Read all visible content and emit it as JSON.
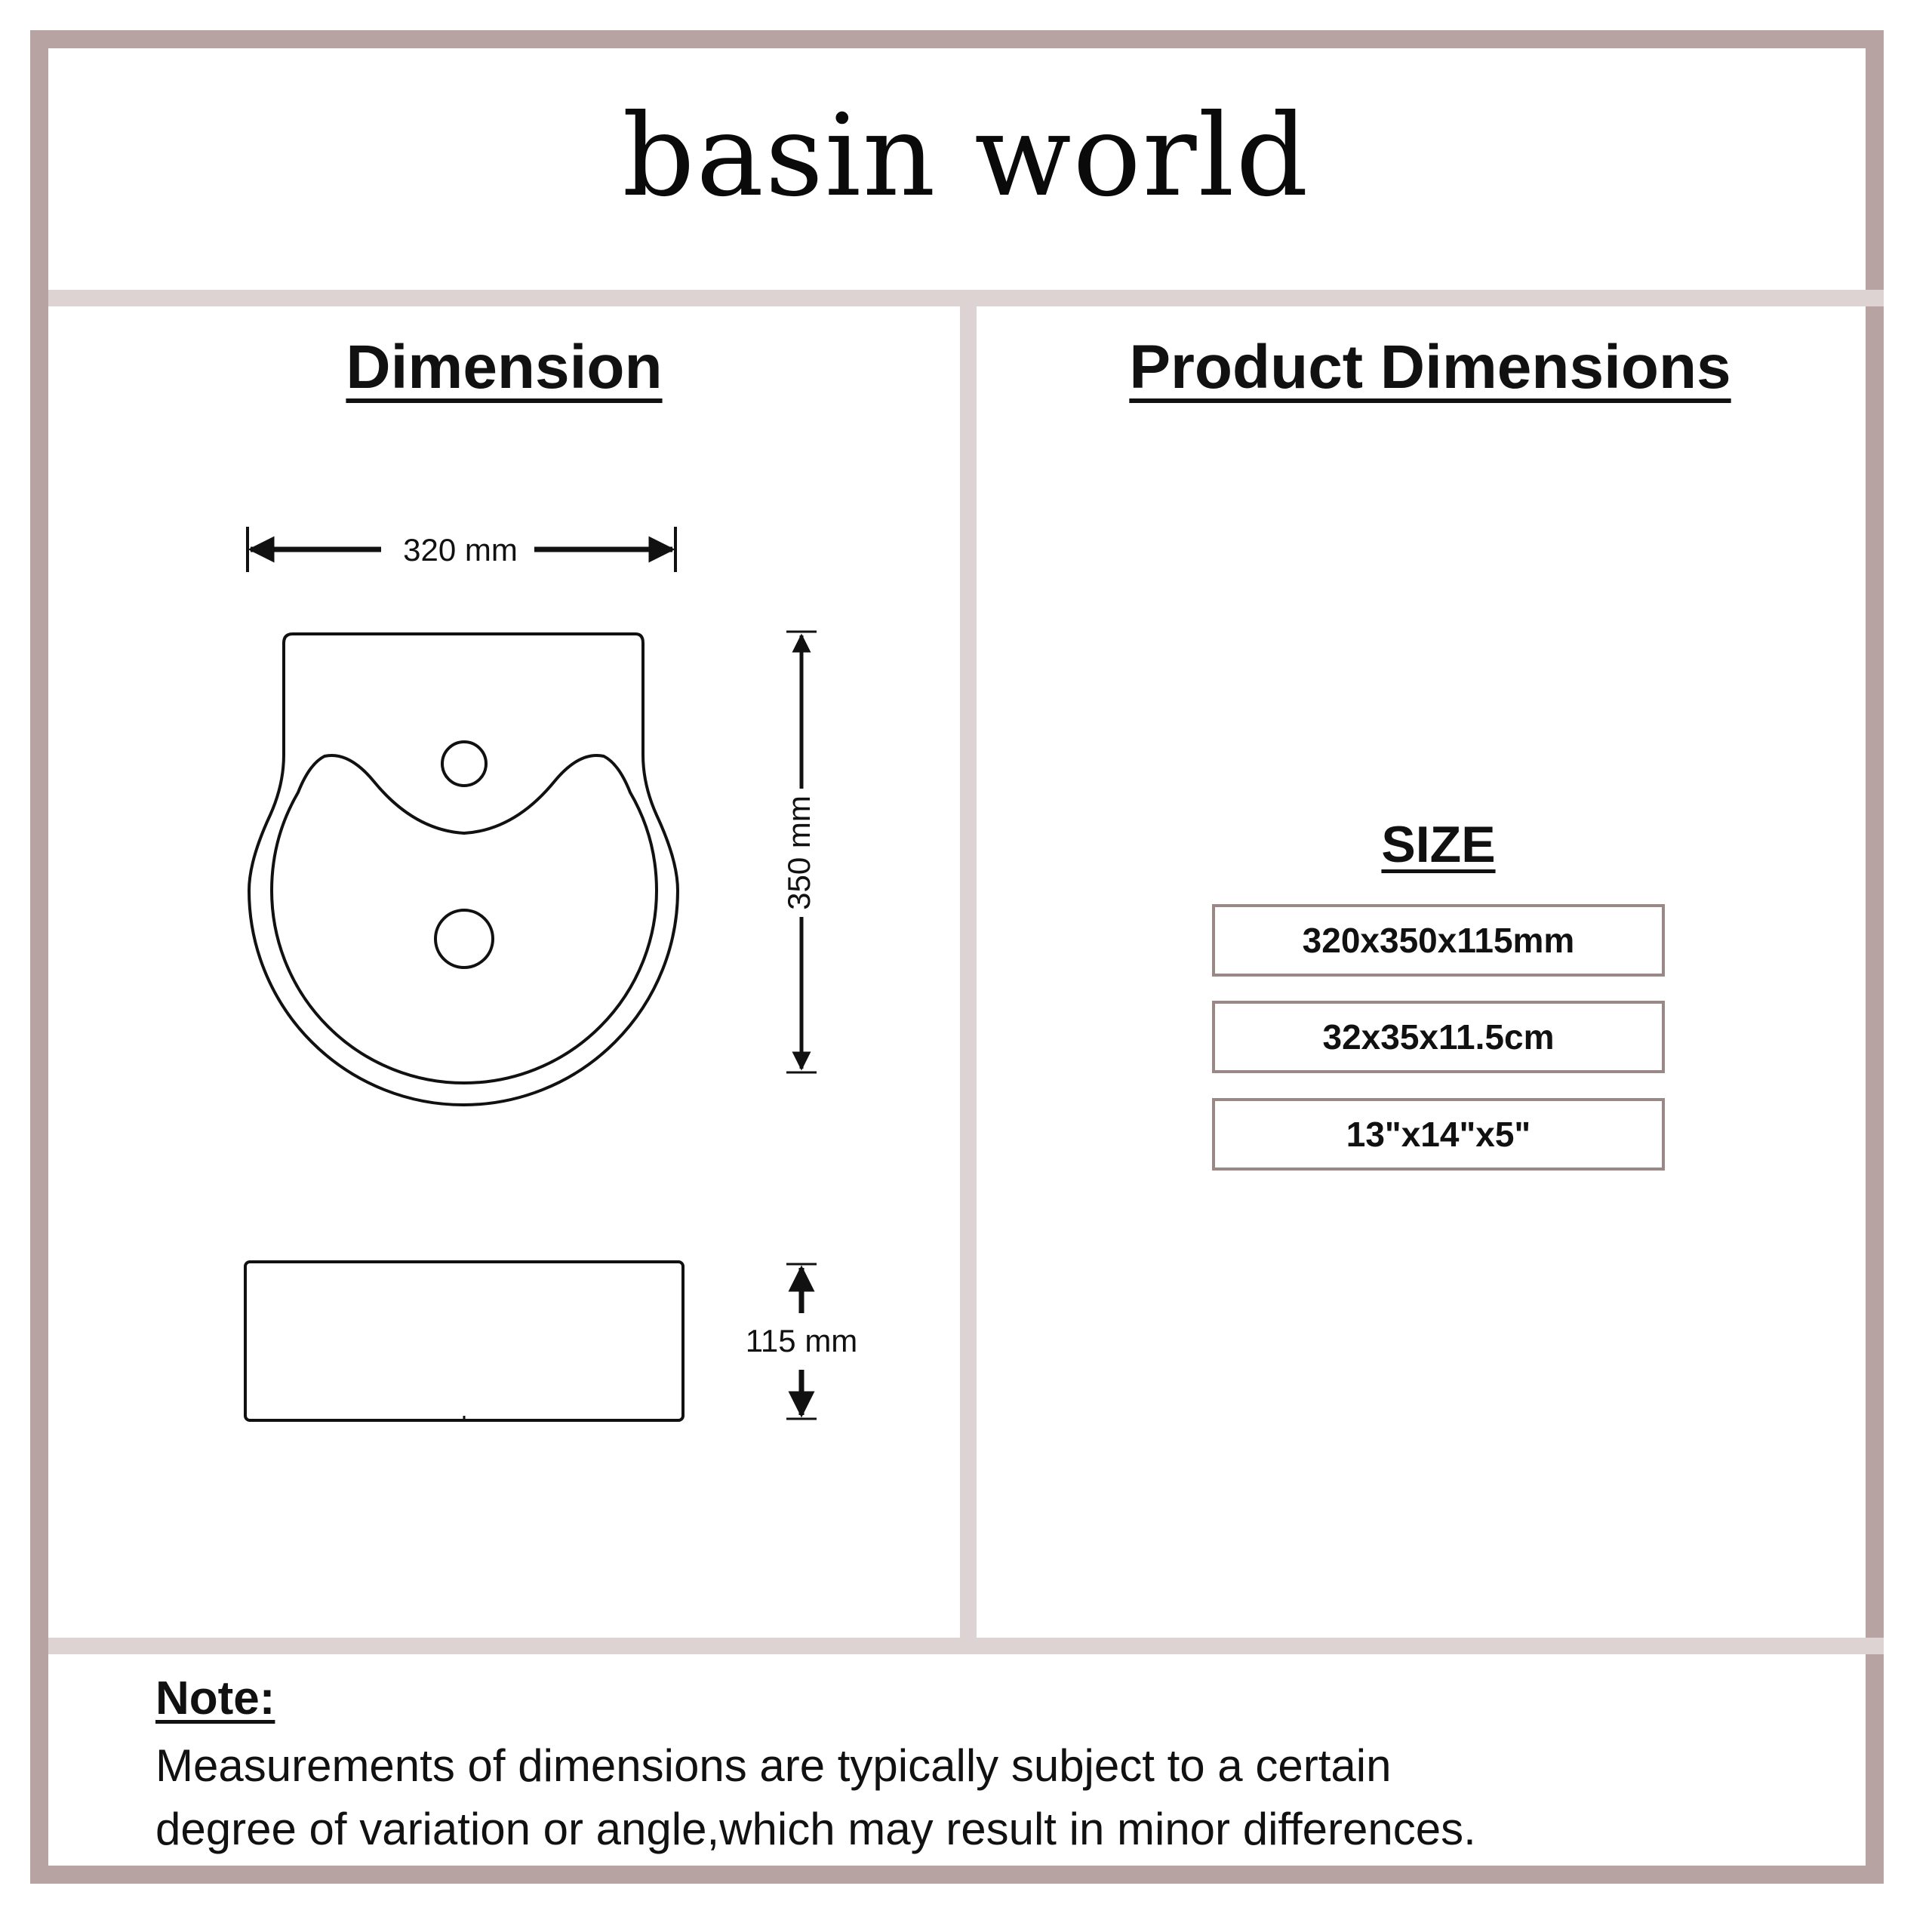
{
  "brand": {
    "name": "basin world"
  },
  "left_panel": {
    "title": "Dimension",
    "width_label": "320 mm",
    "depth_label": "350 mm",
    "height_label": "115 mm"
  },
  "right_panel": {
    "title": "Product Dimensions",
    "size_title": "SIZE",
    "sizes": [
      "320x350x115mm",
      "32x35x11.5cm",
      "13\"x14\"x5\""
    ]
  },
  "note": {
    "title": "Note:",
    "line1": "Measurements of dimensions are typically subject to a certain",
    "line2": "degree of variation or angle,which may result in minor differences."
  },
  "colors": {
    "frame": "#b7a3a1",
    "divider": "#ddd3d2",
    "box_border": "#9a8886"
  }
}
